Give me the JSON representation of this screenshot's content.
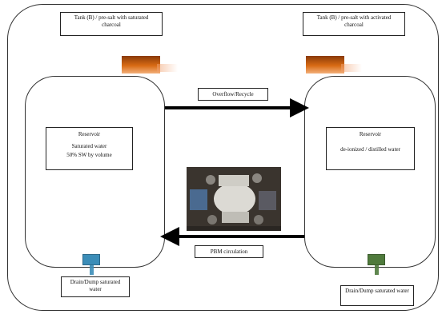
{
  "labels": {
    "tank_left_label": "Tank (B) / pre-salt with saturated charcoal",
    "tank_right_label": "Tank (B) / pre-salt with activated charcoal",
    "overflow_label": "Overflow/Recycle",
    "pbm_label": "PBM circulation",
    "left_box_title": "Reservoir",
    "left_box_line1": "Saturated water",
    "left_box_line2": "50% SW by volume",
    "right_box_title": "Reservoir",
    "right_box_line1": "de-ionized / distilled water",
    "left_drain_label": "Drain/Dump saturated water",
    "right_drain_label": "Drain/Dump saturated water"
  },
  "colors": {
    "heater": "#d86a14",
    "left_faucet": "#3b8db8",
    "right_faucet": "#4f7a3c",
    "arrow": "#000000"
  },
  "icons": {
    "heater_left": "heater-icon",
    "heater_right": "heater-icon",
    "faucet_left": "faucet-icon",
    "faucet_right": "faucet-icon"
  }
}
